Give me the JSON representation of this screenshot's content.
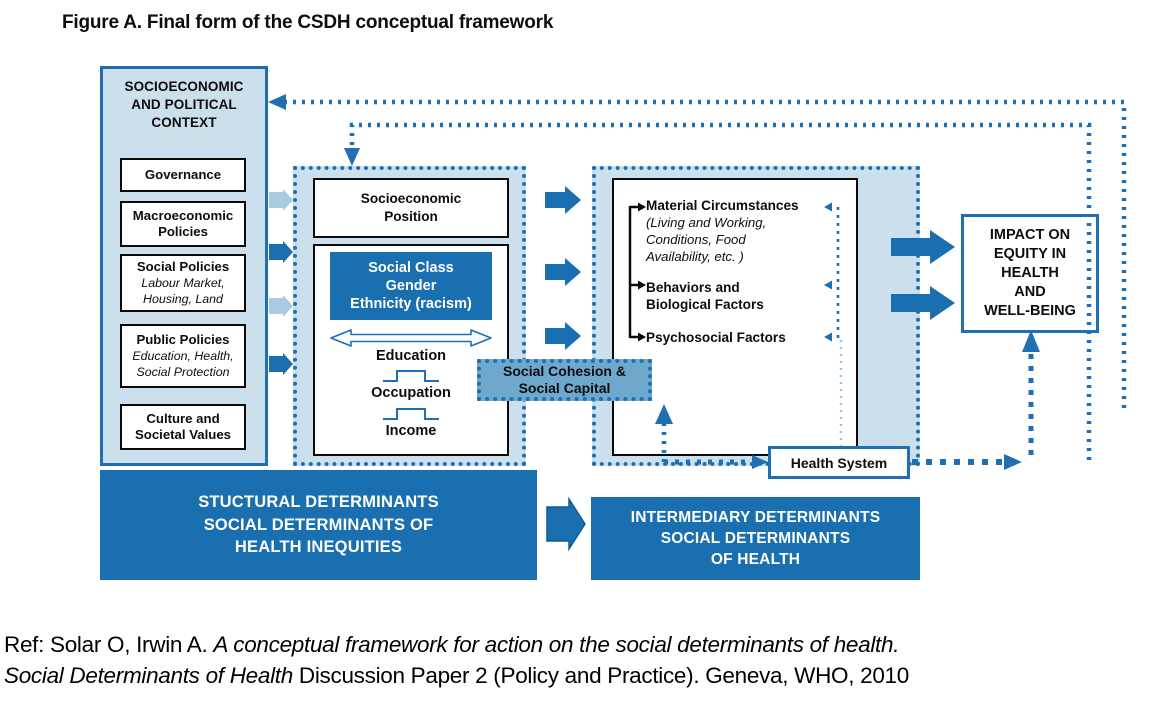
{
  "figure": {
    "caption": "Figure A. Final form of the CSDH conceptual framework"
  },
  "colors": {
    "dark_blue": "#1a6fb0",
    "mid_blue": "#1f6fb2",
    "light_blue_panel": "#ccdfec",
    "badge_blue": "#6fa8cd",
    "black": "#0d0d0d",
    "white": "#ffffff"
  },
  "socioeconomic_context": {
    "title": "SOCIOECONOMIC AND POLITICAL CONTEXT",
    "items": [
      {
        "title": "Governance",
        "sub": ""
      },
      {
        "title": "Macroeconomic Policies",
        "sub": ""
      },
      {
        "title": "Social Policies",
        "sub": "Labour Market, Housing, Land"
      },
      {
        "title": "Public Policies",
        "sub": "Education, Health, Social Protection"
      },
      {
        "title": "Culture and Societal Values",
        "sub": ""
      }
    ]
  },
  "structural": {
    "position_box": "Socioeconomic Position",
    "social_class_box": "Social Class Gender Ethnicity (racism)",
    "ladder": [
      "Education",
      "Occupation",
      "Income"
    ],
    "banner": "STUCTURAL DETERMINANTS SOCIAL DETERMINANTS OF HEALTH INEQUITIES"
  },
  "intermediary": {
    "items": [
      {
        "title": "Material Circumstances",
        "sub": "(Living and Working, Conditions, Food Availability, etc. )"
      },
      {
        "title": "Behaviors and Biological Factors",
        "sub": ""
      },
      {
        "title": "Psychosocial Factors",
        "sub": ""
      }
    ],
    "health_system": "Health System",
    "banner": "INTERMEDIARY DETERMINANTS SOCIAL DETERMINANTS OF HEALTH"
  },
  "cohesion": {
    "label": "Social Cohesion & Social Capital"
  },
  "impact": {
    "label": "IMPACT ON EQUITY IN HEALTH AND WELL-BEING"
  },
  "reference": {
    "line1_a": "Ref: Solar O, Irwin A. ",
    "line1_b": "A conceptual framework for action on the social determinants of health.",
    "line2_a": "Social Determinants of Health",
    "line2_b": " Discussion Paper 2 (Policy and Practice). Geneva, WHO, 2010"
  }
}
